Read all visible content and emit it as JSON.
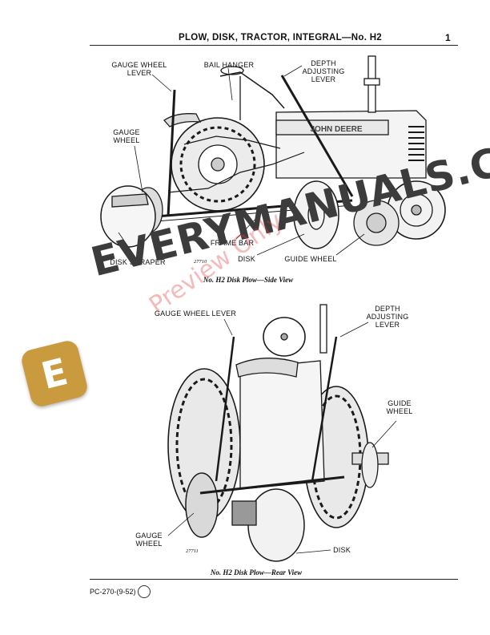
{
  "header": {
    "title": "PLOW, DISK, TRACTOR, INTEGRAL—No. H2",
    "page_number": "1"
  },
  "figure_side": {
    "labels": {
      "gauge_wheel_lever": "GAUGE WHEEL\nLEVER",
      "bail_hanger": "BAIL HANGER",
      "depth_adjusting_lever": "DEPTH\nADJUSTING\nLEVER",
      "gauge_wheel": "GAUGE\nWHEEL",
      "frame_bar": "FRAME BAR",
      "disk_scraper": "DISK SCRAPER",
      "disk": "DISK",
      "guide_wheel": "GUIDE WHEEL"
    },
    "figure_number": "27710",
    "caption": "No. H2 Disk Plow—Side View",
    "tractor_brand": "JOHN DEERE"
  },
  "figure_rear": {
    "labels": {
      "gauge_wheel_lever": "GAUGE WHEEL LEVER",
      "depth_adjusting_lever": "DEPTH\nADJUSTING\nLEVER",
      "guide_wheel": "GUIDE\nWHEEL",
      "gauge_wheel": "GAUGE\nWHEEL",
      "disk": "DISK"
    },
    "figure_number": "27711",
    "caption": "No. H2 Disk Plow—Rear View"
  },
  "watermark": {
    "text": "EVERYMANUALS.COM",
    "preview_text": "Preview Only",
    "logo_letter": "E",
    "logo_color": "#c99a3e"
  },
  "footer": {
    "code": "PC-270-(9-52)"
  }
}
